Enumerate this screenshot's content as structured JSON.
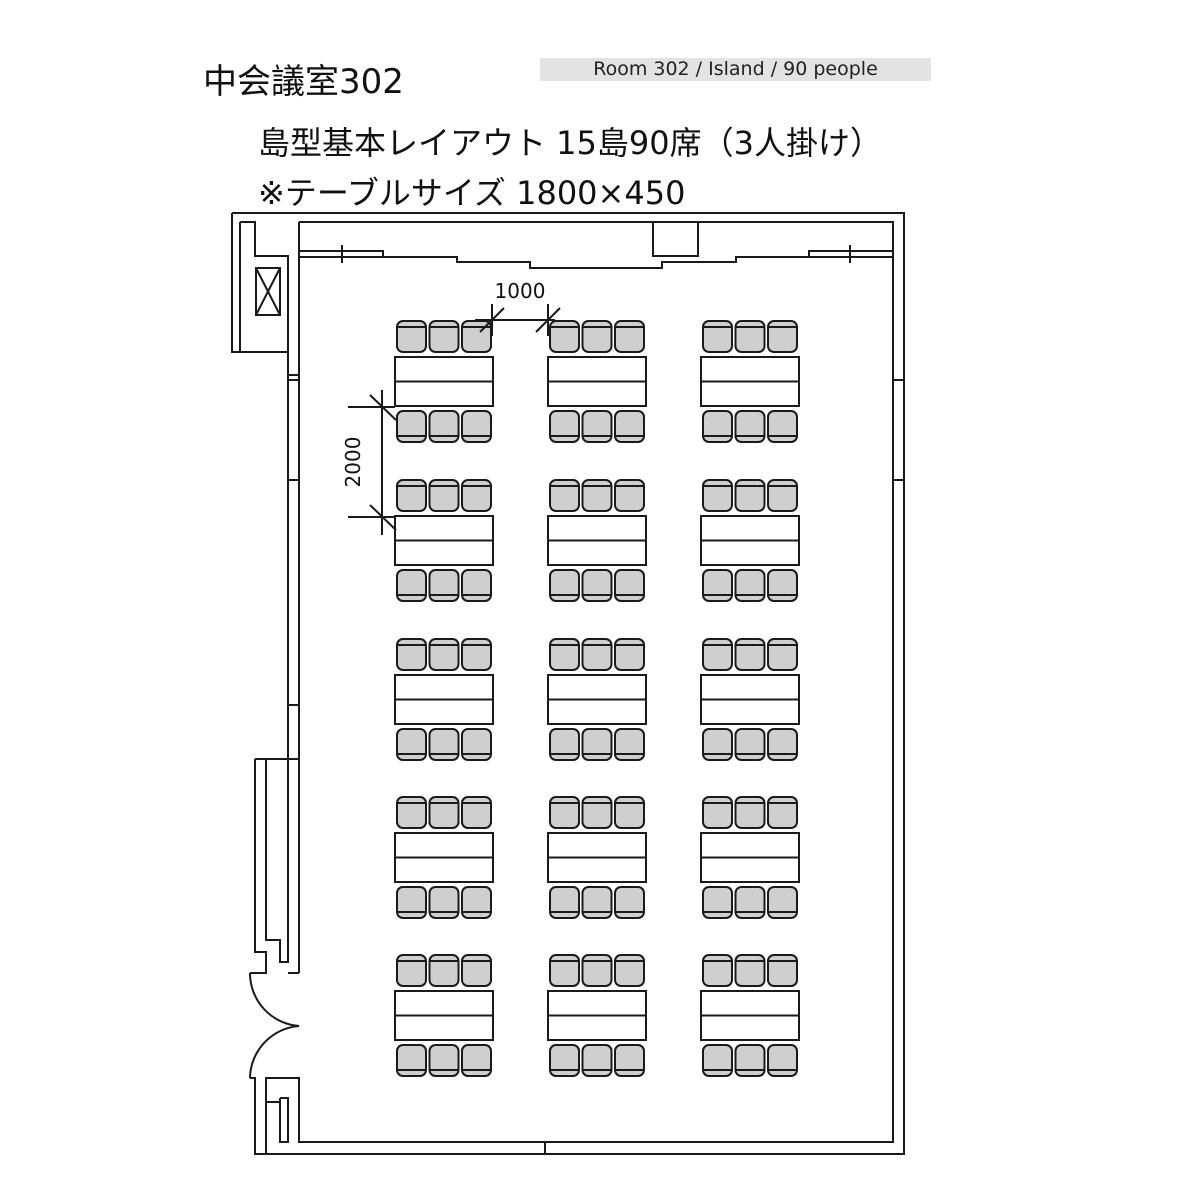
{
  "title": "中会議室302",
  "subtitle": "Room 302 / Island / 90 people",
  "layout_line": "島型基本レイアウト  15島90席（3人掛け）",
  "table_size_line": "※テーブルサイズ  1800×450",
  "dimensions": {
    "horizontal": "1000",
    "vertical": "2000"
  },
  "layout": {
    "islands_columns": 3,
    "islands_rows": 5,
    "seats_per_side": 3
  },
  "colors": {
    "chair": "#cfcfcf",
    "line": "#1a1a1a"
  }
}
